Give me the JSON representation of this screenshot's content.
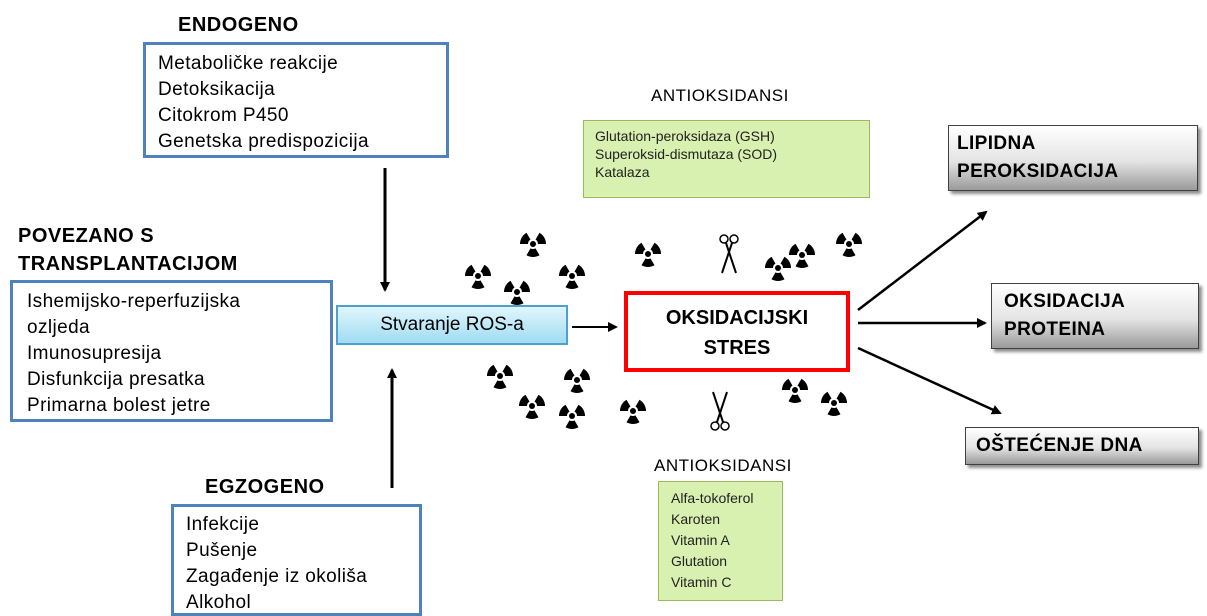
{
  "endogeno": {
    "title": "ENDOGENO",
    "items": [
      "Metaboličke reakcije",
      "Detoksikacija",
      "Citokrom P450",
      "Genetska predispozicija"
    ]
  },
  "transplantacija": {
    "title_line1": "POVEZANO S",
    "title_line2": "TRANSPLANTACIJOM",
    "items": [
      "Ishemijsko-reperfuzijska",
      "ozljeda",
      "Imunosupresija",
      "Disfunkcija presatka",
      "Primarna bolest jetre"
    ]
  },
  "egzogeno": {
    "title": "EGZOGENO",
    "items": [
      "Infekcije",
      "Pušenje",
      "Zagađenje iz okoliša",
      "Alkohol"
    ]
  },
  "ros": {
    "label": "Stvaranje ROS-a"
  },
  "stres": {
    "line1": "OKSIDACIJSKI",
    "line2": "STRES"
  },
  "antioksidansi_top": {
    "title": "ANTIOKSIDANSI",
    "items": [
      "Glutation-peroksidaza (GSH)",
      "Superoksid-dismutaza (SOD)",
      "Katalaza"
    ]
  },
  "antioksidansi_bottom": {
    "title": "ANTIOKSIDANSI",
    "items": [
      "Alfa-tokoferol",
      "Karoten",
      "Vitamin A",
      "Glutation",
      "Vitamin C"
    ]
  },
  "outcomes": {
    "lipidna": {
      "line1": "LIPIDNA",
      "line2": "PEROKSIDACIJA"
    },
    "proteini": {
      "line1": "OKSIDACIJA",
      "line2": "PROTEINA"
    },
    "dna": {
      "line1": "OŠTEĆENJE DNA"
    }
  },
  "icons": {
    "hazard": "radiation-icon",
    "cut": "scissors-icon"
  },
  "colors": {
    "source_box_border": "#4f81bd",
    "antioxidant_box_fill": "#d8f0b0",
    "stres_border": "#ff0000",
    "ros_fill": "#b8e6f6"
  }
}
